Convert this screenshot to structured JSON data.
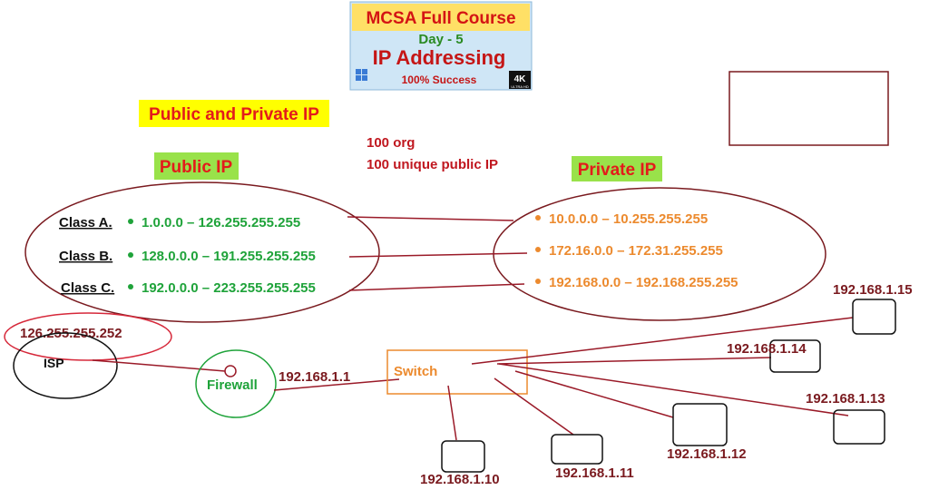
{
  "banner": {
    "line1": "MCSA Full Course",
    "line2": "Day - 5",
    "line3": "IP Addressing",
    "line4": "100% Success",
    "badge": "4K",
    "badge_sub": "ULTRA HD"
  },
  "section_title": "Public and Private IP",
  "public_ip": {
    "label": "Public IP",
    "classes": [
      {
        "name": "Class A.",
        "range": "1.0.0.0 – 126.255.255.255"
      },
      {
        "name": "Class B.",
        "range": "128.0.0.0 – 191.255.255.255"
      },
      {
        "name": "Class C.",
        "range": "192.0.0.0 – 223.255.255.255"
      }
    ]
  },
  "note": {
    "line1": "100 org",
    "line2": "100 unique public IP"
  },
  "private_ip": {
    "label": "Private IP",
    "ranges": [
      "10.0.0.0 – 10.255.255.255",
      "172.16.0.0 – 172.31.255.255",
      "192.168.0.0 – 192.168.255.255"
    ]
  },
  "network": {
    "isp_ip": "126.255.255.252",
    "isp_label": "ISP",
    "firewall_label": "Firewall",
    "firewall_ip": "192.168.1.1",
    "switch_label": "Switch",
    "hosts": [
      "192.168.1.10",
      "192.168.1.11",
      "192.168.1.12",
      "192.168.1.13",
      "192.168.1.14",
      "192.168.1.15"
    ]
  },
  "colors": {
    "title_red": "#e31b1b",
    "maroon": "#7a1a1f",
    "green": "#1fa33a",
    "orange": "#ec8a2e",
    "label_bg_yellow": "#ffff00",
    "label_bg_green": "#99e24a"
  }
}
